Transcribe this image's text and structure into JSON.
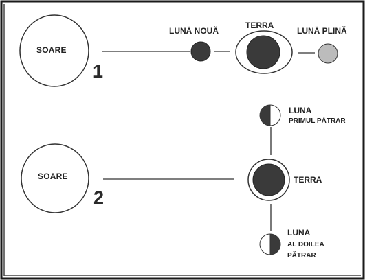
{
  "panel1": {
    "number": "1",
    "sun": "SOARE",
    "new_moon": "LUNĂ NOUĂ",
    "earth": "TERRA",
    "full_moon": "LUNĂ PLINĂ"
  },
  "panel2": {
    "number": "2",
    "sun": "SOARE",
    "earth": "TERRA",
    "first_quarter": {
      "line1": "LUNA",
      "line2": "PRIMUL PĂTRAR"
    },
    "last_quarter": {
      "line1": "LUNA",
      "line2": "AL DOILEA",
      "line3": "PĂTRAR"
    }
  },
  "colors": {
    "ink": "#222222",
    "dark_body": "#3a3a3a",
    "full_moon": "#bcbcbc",
    "frame": "#1a1a1a"
  }
}
